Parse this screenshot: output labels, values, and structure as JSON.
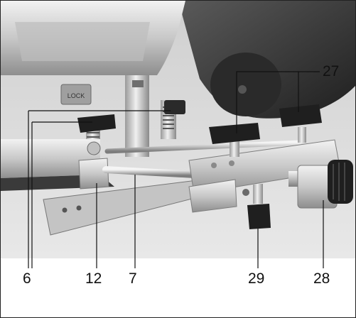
{
  "callouts": {
    "c27": "27",
    "c6": "6",
    "c12": "12",
    "c7": "7",
    "c29": "29",
    "c28": "28"
  },
  "colors": {
    "background": "#ffffff",
    "metal_light": "#d9d9d9",
    "metal_mid": "#b5b5b5",
    "metal_dark": "#7a7a7a",
    "housing_dark": "#3a3a3a",
    "knob_black": "#1e1e1e",
    "leader_line": "#111111"
  },
  "icons": {
    "lock_label": "LOCK"
  }
}
